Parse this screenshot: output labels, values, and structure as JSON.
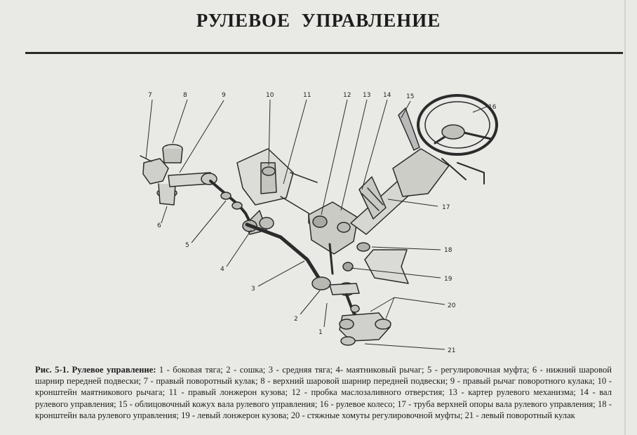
{
  "page": {
    "title": "РУЛЕВОЕ УПРАВЛЕНИЕ"
  },
  "figure": {
    "callouts": [
      "1",
      "2",
      "3",
      "4",
      "5",
      "6",
      "7",
      "8",
      "9",
      "10",
      "11",
      "12",
      "13",
      "14",
      "15",
      "16",
      "17",
      "18",
      "19",
      "20",
      "21"
    ]
  },
  "caption": {
    "label": "Рис. 5-1. Рулевое управление:",
    "text": " 1 - боковая тяга; 2 - сошка; 3 - средняя тяга; 4- маятниковый рычаг; 5 - регулировочная муфта; 6 - нижний шаровой шарнир передней подвески; 7 - правый поворотный кулак; 8 - верхний шаровой шарнир передней подвески; 9 - правый рычаг поворотного кулака; 10 - кронштейн маятникового рычага; 11 - правый лонжерон кузова; 12 - пробка маслозаливного отверстия; 13 - картер рулевого механизма; 14 - вал рулевого управления; 15 - облицовочный кожух вала рулевого управления; 16 - рулевое колесо; 17 - труба верхней опоры вала рулевого управления; 18 - кронштейн вала рулевого управления; 19 - левый лонжерон кузова; 20 - стяжные хомуты регулировочной муфты; 21 - левый поворотный кулак"
  }
}
